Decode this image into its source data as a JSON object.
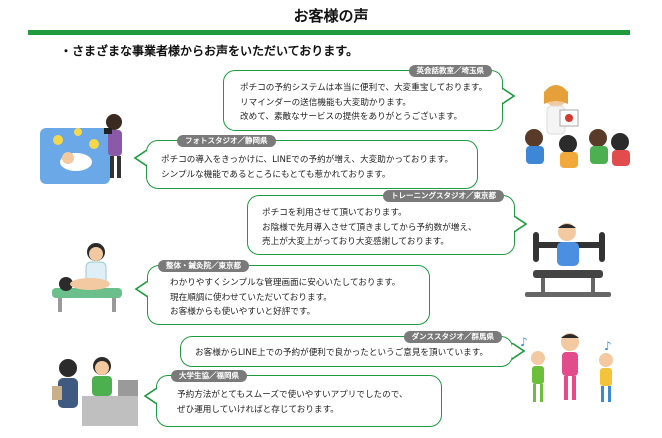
{
  "page": {
    "title": "お客様の声",
    "subtitle": "・さまざまな事業者様からお声をいただいております。"
  },
  "testimonials": [
    {
      "tag": "英会話教室／埼玉県",
      "lines": [
        "ポチコの予約システムは本当に便利で、大変重宝しております。",
        "リマインダーの送信機能も大変助かります。",
        "改めて、素敵なサービスの提供をありがとうございます。"
      ]
    },
    {
      "tag": "フォトスタジオ／静岡県",
      "lines": [
        "ポチコの導入をきっかけに、LINEでの予約が増え、大変助かっております。",
        "シンプルな機能であるところにもとても惹かれております。"
      ]
    },
    {
      "tag": "トレーニングスタジオ／東京都",
      "lines": [
        "ポチコを利用させて頂いております。",
        "お陰様で先月導入させて頂きましてから予約数が増え、",
        "売上が大変上がっており大変感謝しております。"
      ]
    },
    {
      "tag": "整体・鍼灸院／東京都",
      "lines": [
        "わかりやすくシンプルな管理画面に安心いたしております。",
        "現在順調に使わせていただいております。",
        "お客様からも使いやすいと好評です。"
      ]
    },
    {
      "tag": "ダンススタジオ／群馬県",
      "lines": [
        "お客様からLINE上での予約が便利で良かったというご意見を頂いています。"
      ]
    },
    {
      "tag": "大学生協／福岡県",
      "lines": [
        "予約方法がとてもスムーズで使いやすいアプリでしたので、",
        "ぜひ運用していければと存じております。"
      ]
    }
  ],
  "illustrations": [
    "english-teacher-illustration",
    "photo-studio-baby-illustration",
    "training-machine-illustration",
    "massage-therapist-illustration",
    "dancing-kids-illustration",
    "shop-counter-illustration"
  ],
  "colors": {
    "accent": "#1f9a3c",
    "tag_bg": "#7a7a7a"
  }
}
